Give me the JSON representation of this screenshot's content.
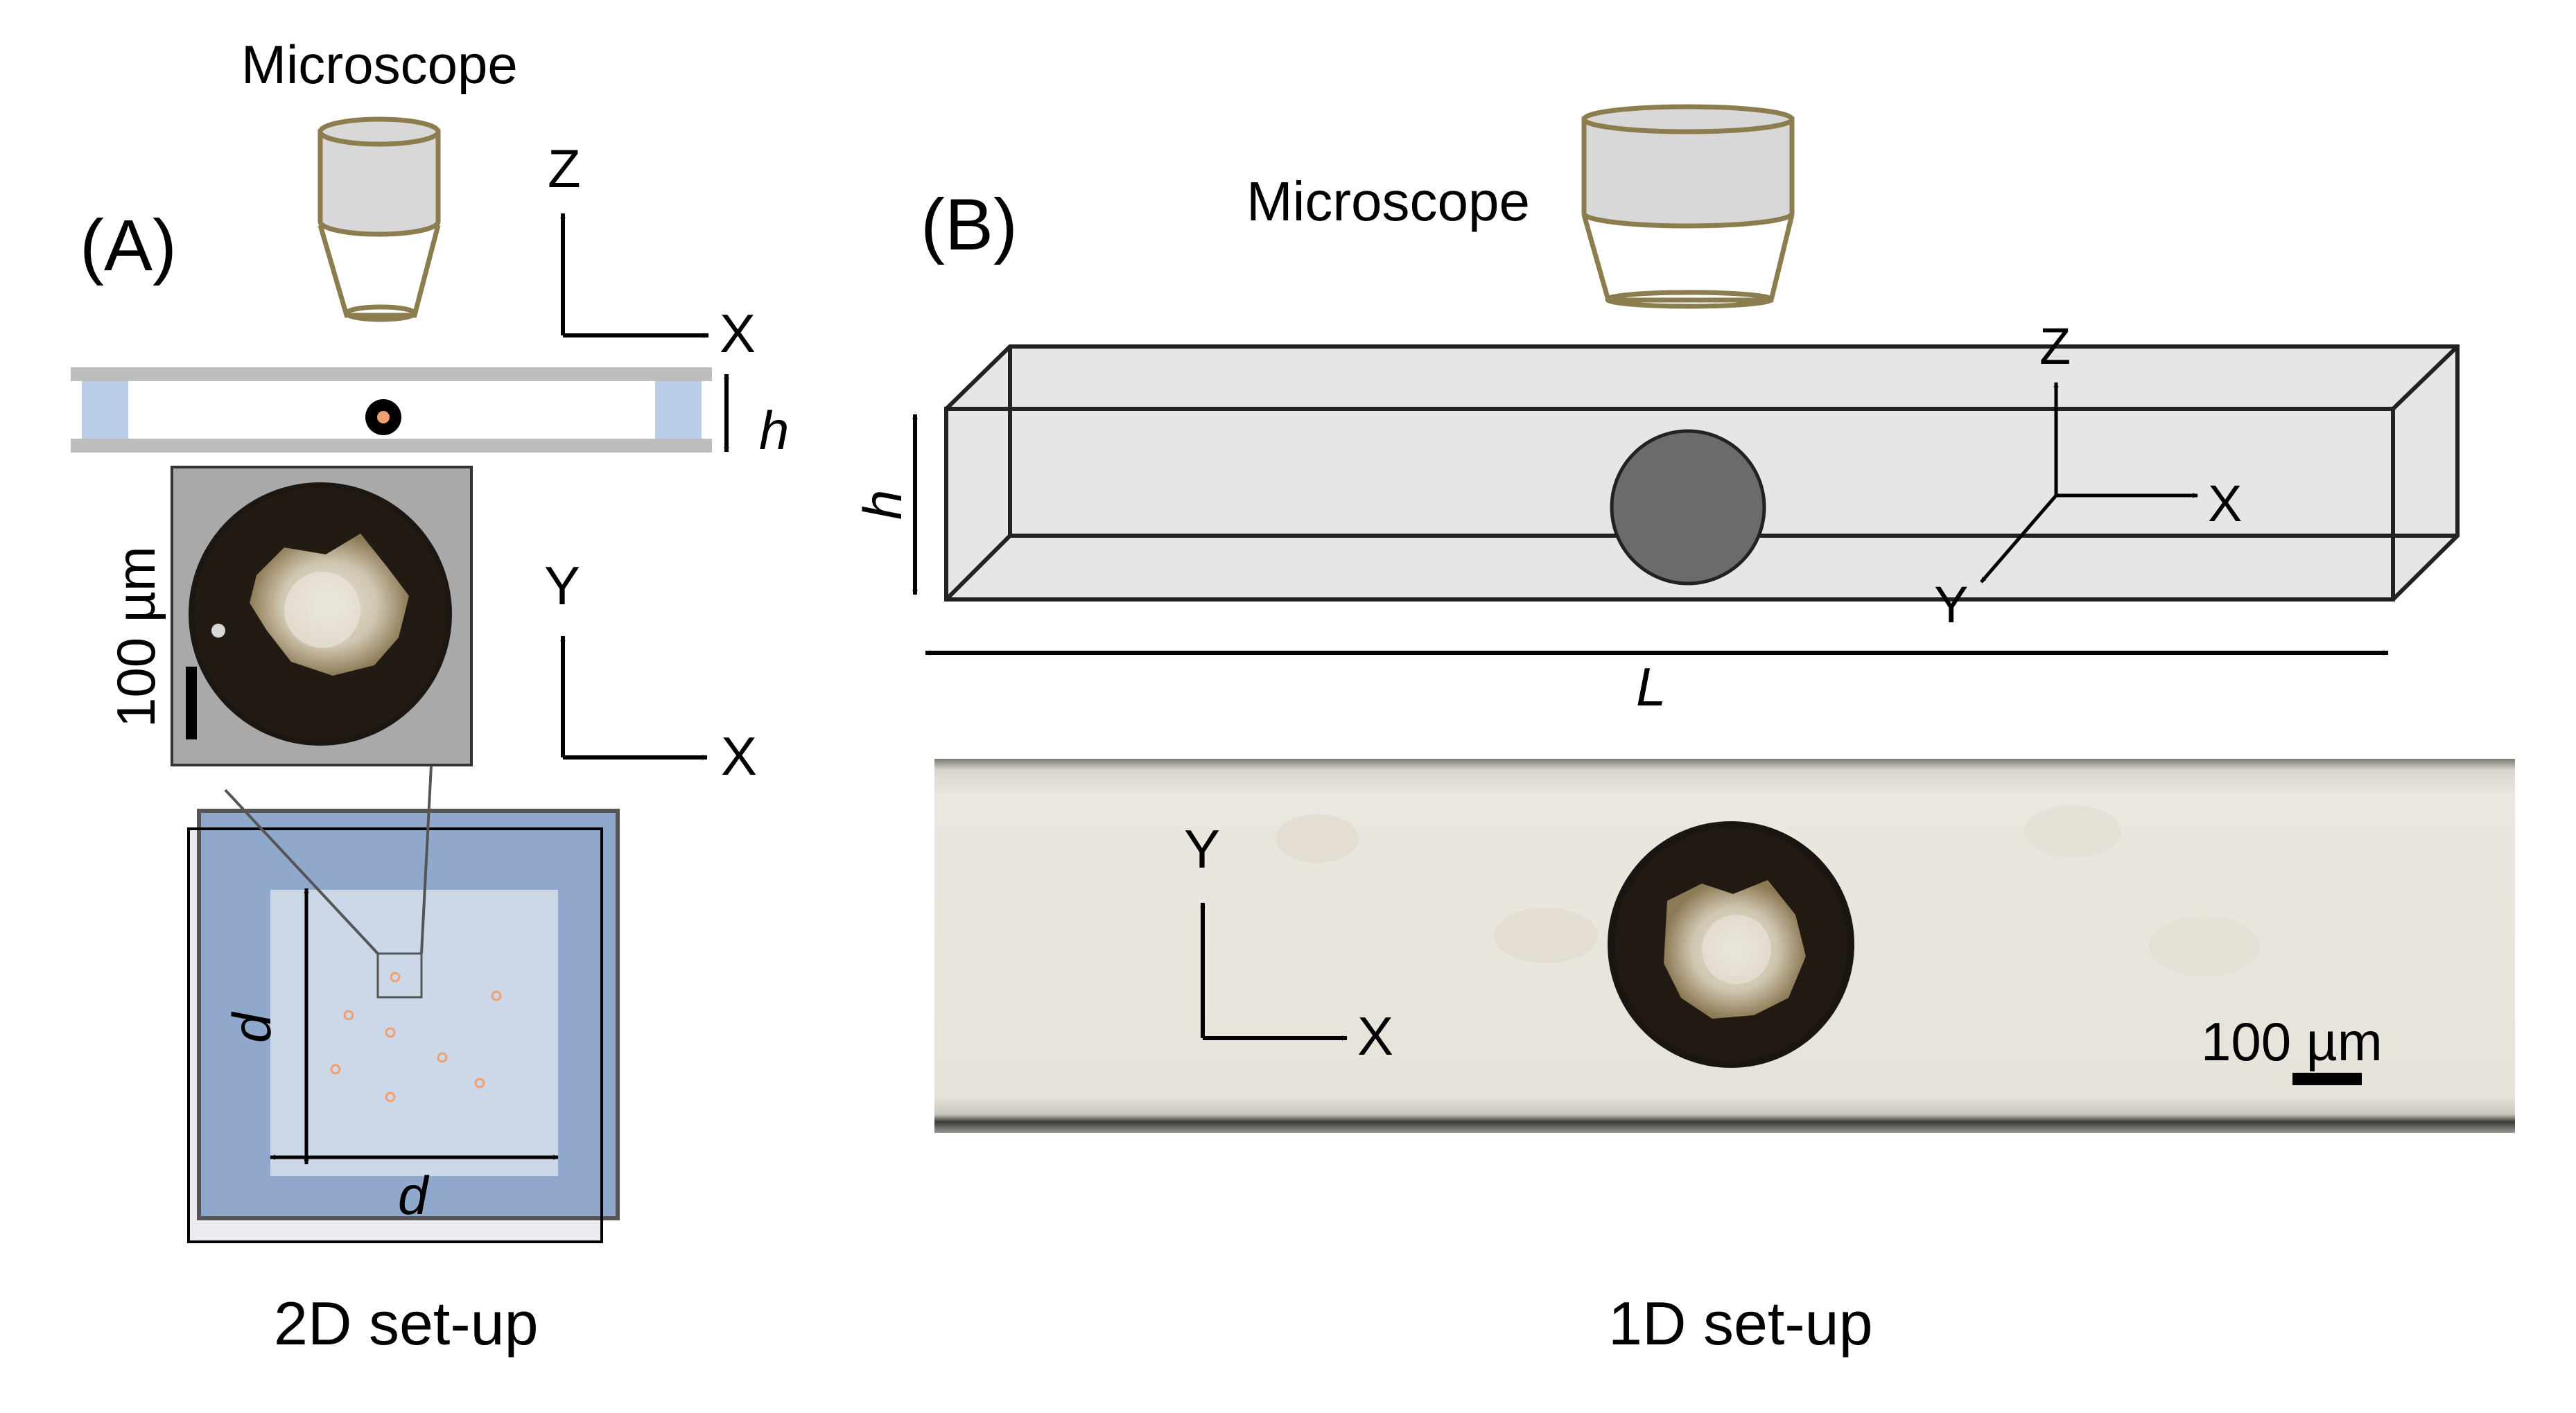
{
  "colors": {
    "microscope_stroke": "#8b7d4e",
    "microscope_fill": "#d8d8d8",
    "plate": "#bdbdbd",
    "spacer": "#b9cde8",
    "outer_blue": "#8fa8cc",
    "inner_blue": "#ccd8e8",
    "particle": "#f0a070",
    "channel_fill": "#e6e6e6",
    "sphere": "#6b6b6b",
    "micro_bg": "#e7e5dc"
  },
  "panel_a": {
    "label": "(A)",
    "microscope_label": "Microscope",
    "axes_side": {
      "vertical": "Z",
      "horizontal": "X"
    },
    "axes_top": {
      "vertical": "Y",
      "horizontal": "X"
    },
    "height_label": "h",
    "scale_label": "100 µm",
    "dim_vertical": "d",
    "dim_horizontal": "d",
    "caption": "2D set-up"
  },
  "panel_b": {
    "label": "(B)",
    "microscope_label": "Microscope",
    "axes_3d": {
      "z": "Z",
      "x": "X",
      "y": "Y"
    },
    "height_label": "h",
    "length_label": "L",
    "micro_axes": {
      "vertical": "Y",
      "horizontal": "X"
    },
    "scale_label": "100 µm",
    "caption": "1D set-up"
  }
}
